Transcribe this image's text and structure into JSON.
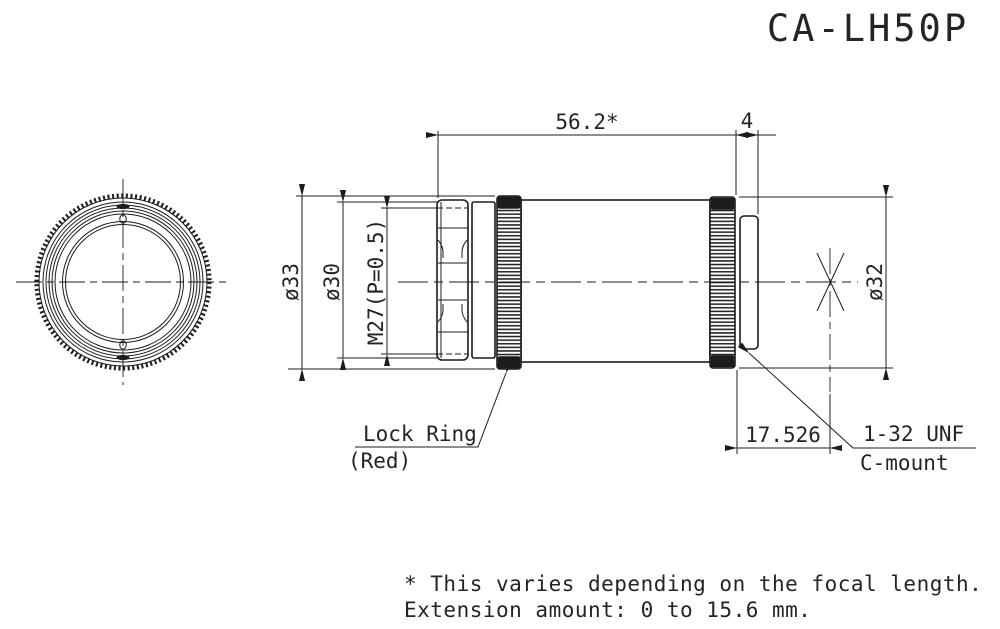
{
  "title": "CA-LH50P",
  "dimensions": {
    "total_length": "56.2*",
    "mount_protrusion": "4",
    "dia_lock_ring": "ø33",
    "dia_front_barrel": "ø30",
    "filter_thread": "M27(P=0.5)",
    "dia_rear_ring": "ø32",
    "flange_distance": "17.526"
  },
  "callouts": {
    "lock_ring_line1": "Lock Ring",
    "lock_ring_line2": "(Red)",
    "mount_line1": "1-32 UNF",
    "mount_line2": "C-mount"
  },
  "notes": [
    "* This varies depending on the focal length.",
    "Extension amount: 0 to 15.6 mm."
  ],
  "colors": {
    "line": "#1c1c1c",
    "text": "#242424",
    "background": "#ffffff"
  }
}
